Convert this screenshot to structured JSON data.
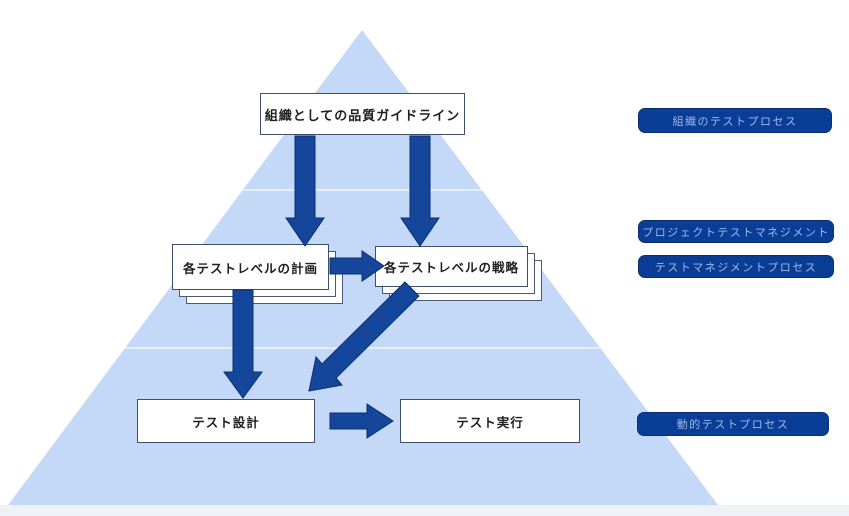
{
  "diagram": {
    "title": "test-process-pyramid",
    "boxes": {
      "top": {
        "label": "組織としての品質ガイドライン"
      },
      "plan": {
        "label": "各テストレベルの計画"
      },
      "strategy": {
        "label": "各テストレベルの戦略"
      },
      "design": {
        "label": "テスト設計"
      },
      "execute": {
        "label": "テスト実行"
      }
    },
    "process_labels": [
      {
        "text": "組織のテストプロセス"
      },
      {
        "text": "プロジェクトテストマネジメント"
      },
      {
        "text": "テストマネジメントプロセス"
      },
      {
        "text": "動的テストプロセス"
      }
    ],
    "colors": {
      "pyramid_fill": "#c4d9f8",
      "arrow_fill": "#14469b",
      "arrow_stroke": "#0d2f6e",
      "pill_fill": "#0a3e96",
      "pill_text": "#9cb8ea",
      "box_border": "#3d4f6b",
      "divider_line": "#ffffff"
    }
  }
}
